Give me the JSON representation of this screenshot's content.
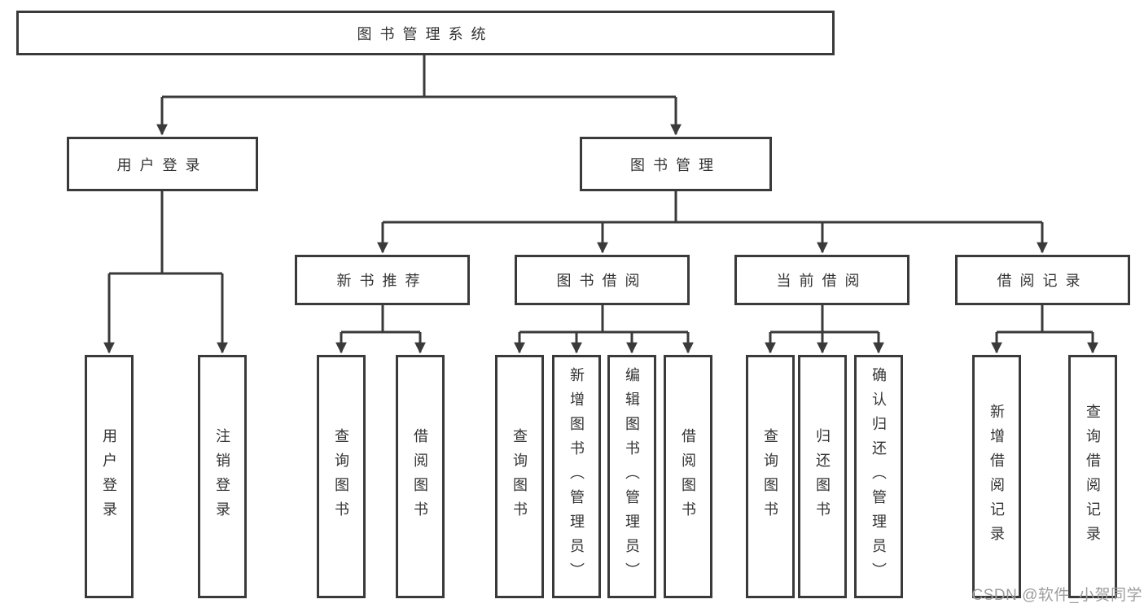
{
  "root_label": "图书管理系统",
  "watermark": "CSDN @软件_小贺同学",
  "colors": {
    "line": "#3a3a3a",
    "box_border": "#3a3a3a",
    "text": "#333333",
    "watermark": "#9d9d9d",
    "background": "#ffffff"
  },
  "level2": [
    {
      "label": "用户登录",
      "leaves": [
        "用户登录",
        "注销登录"
      ]
    },
    {
      "label": "图书管理",
      "groups": [
        {
          "label": "新书推荐",
          "leaves": [
            "查询图书",
            "借阅图书"
          ]
        },
        {
          "label": "图书借阅",
          "leaves": [
            "查询图书",
            "新增图书（管理员）",
            "编辑图书（管理员）",
            "借阅图书"
          ]
        },
        {
          "label": "当前借阅",
          "leaves": [
            "查询图书",
            "归还图书",
            "确认归还（管理员）"
          ]
        },
        {
          "label": "借阅记录",
          "leaves": [
            "新增借阅记录",
            "查询借阅记录"
          ]
        }
      ]
    }
  ]
}
